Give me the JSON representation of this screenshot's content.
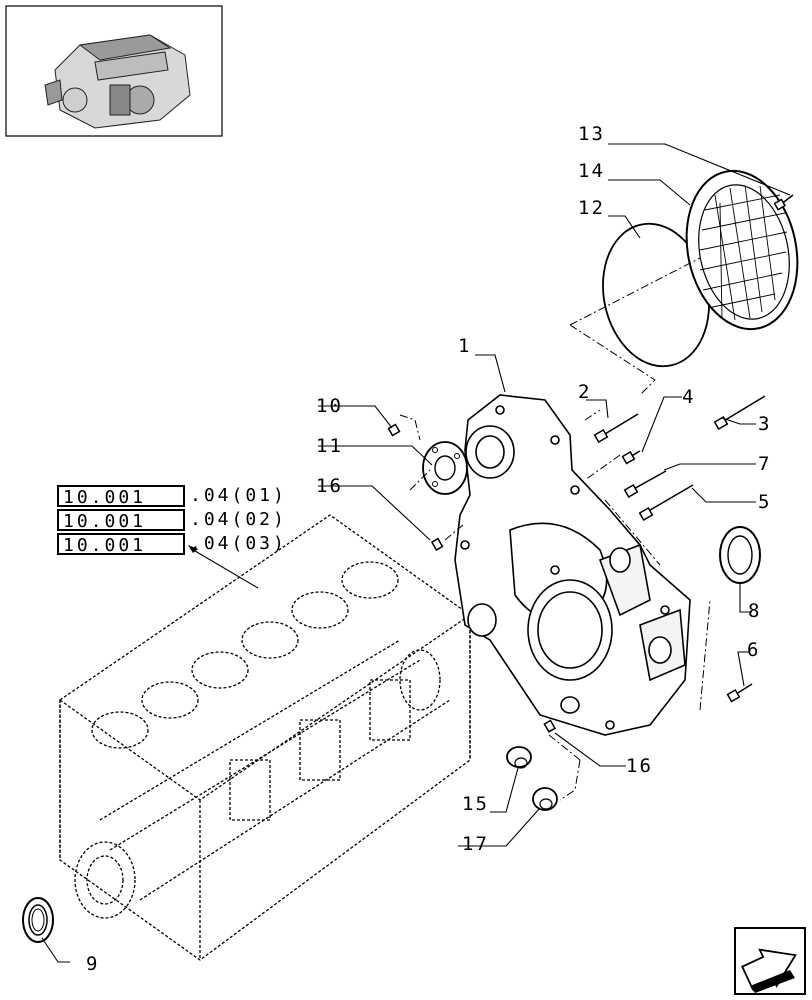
{
  "references": [
    {
      "code": "10.001",
      "suffix": ".04(01)"
    },
    {
      "code": "10.001",
      "suffix": ".04(02)"
    },
    {
      "code": "10.001",
      "suffix": ".04(03)"
    }
  ],
  "callouts": {
    "c1": "1",
    "c2": "2",
    "c3": "3",
    "c4": "4",
    "c5": "5",
    "c6": "6",
    "c7": "7",
    "c8": "8",
    "c9": "9",
    "c10": "10",
    "c11": "11",
    "c12": "12",
    "c13": "13",
    "c14": "14",
    "c15": "15",
    "c16a": "16",
    "c16b": "16",
    "c17": "17"
  }
}
